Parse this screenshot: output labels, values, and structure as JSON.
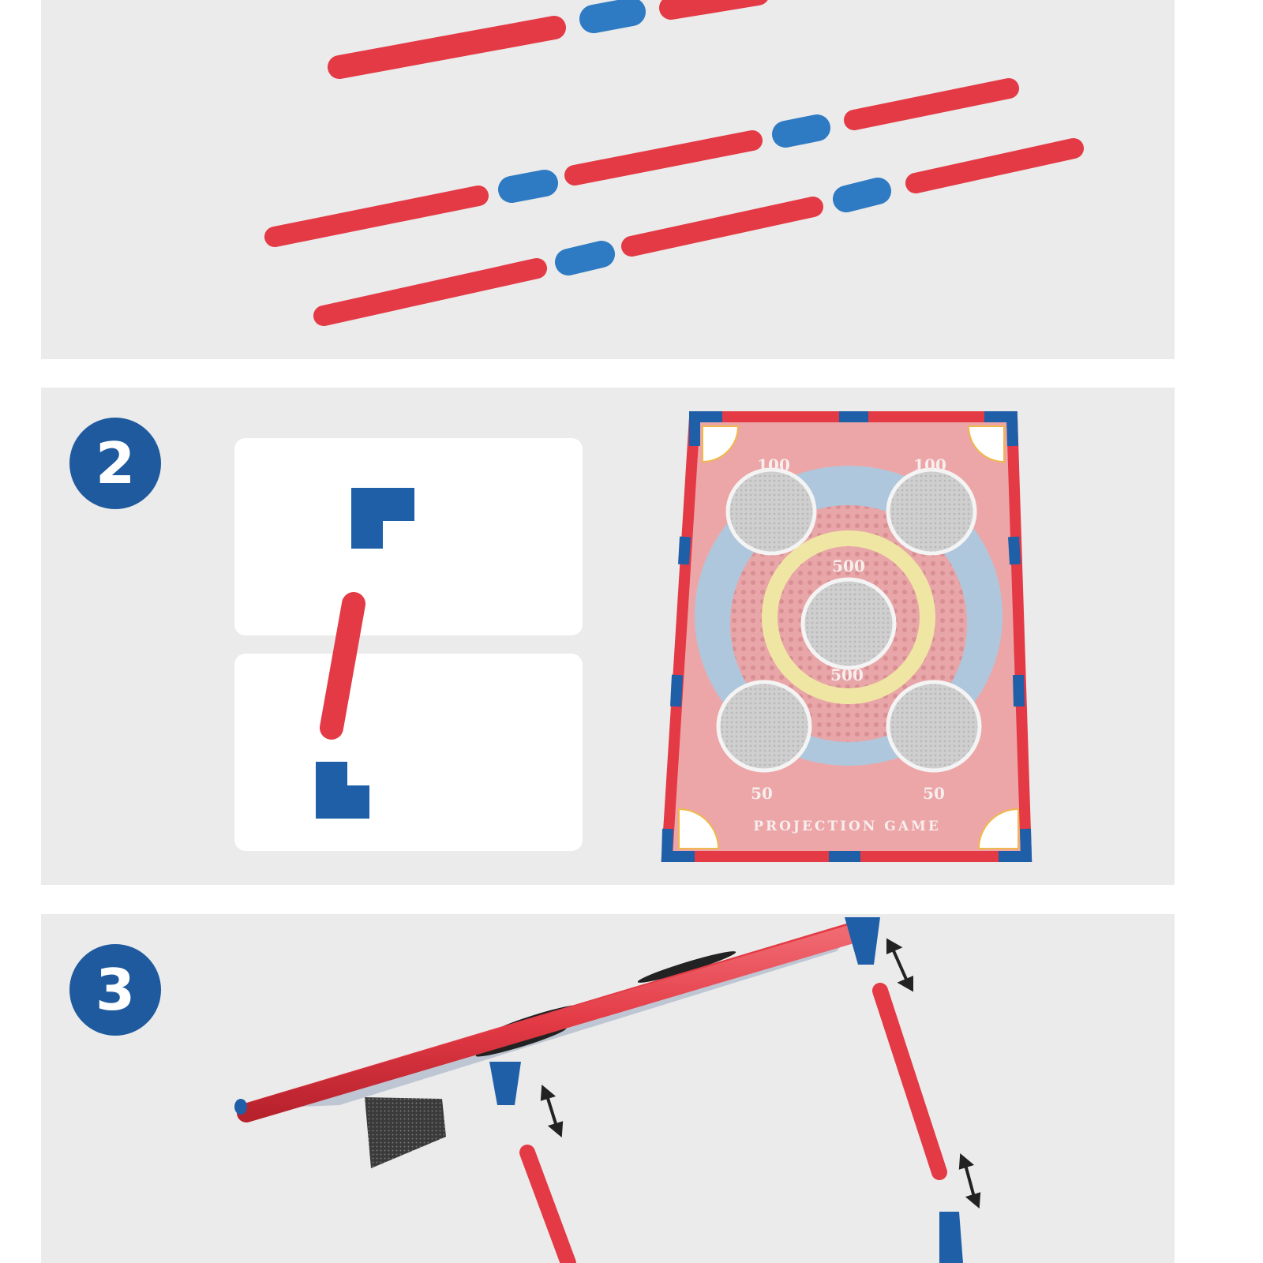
{
  "steps": [
    {
      "number": "2"
    },
    {
      "number": "3"
    }
  ],
  "target_board": {
    "scores_top": [
      "100",
      "100"
    ],
    "scores_center": [
      "500",
      "500"
    ],
    "scores_bottom": [
      "50",
      "50"
    ],
    "title": "PROJECTION GAME"
  },
  "colors": {
    "panel_bg": "#ebebeb",
    "pipe_red": "#e33a45",
    "connector_blue": "#1f5fa8",
    "step_badge": "#1f5a9e"
  }
}
